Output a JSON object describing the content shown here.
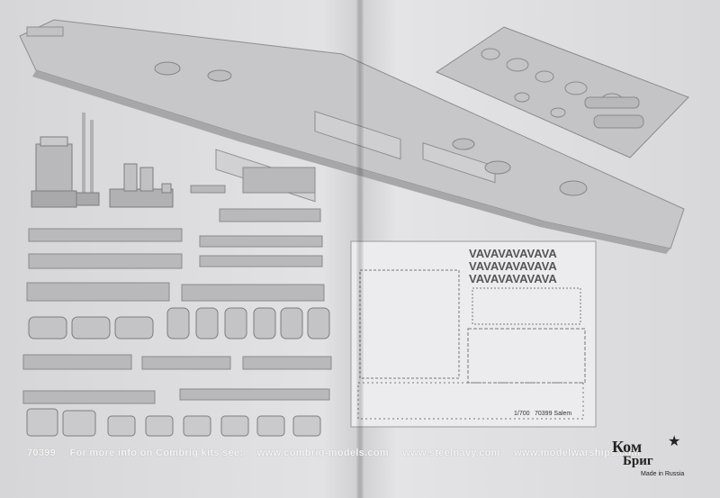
{
  "footer": {
    "code": "70399",
    "info_text": "For more info on Combrig kits see:",
    "site1": "www.combrig-models.com",
    "site2": "www.steelnavy.com",
    "site3": "www.modelwarships.com"
  },
  "photoetch": {
    "pattern_row": "VAVAVAVAVAVA",
    "scale": "1/700",
    "label": "70399 Salem"
  },
  "logo": {
    "top": "Ком",
    "bottom": "Бриг",
    "made_in": "Made in Russia",
    "star": "★"
  },
  "colors": {
    "resin": "#c9c9cb",
    "shadow": "#a9a9ab",
    "photoetch_card": "#e8e8ea"
  }
}
